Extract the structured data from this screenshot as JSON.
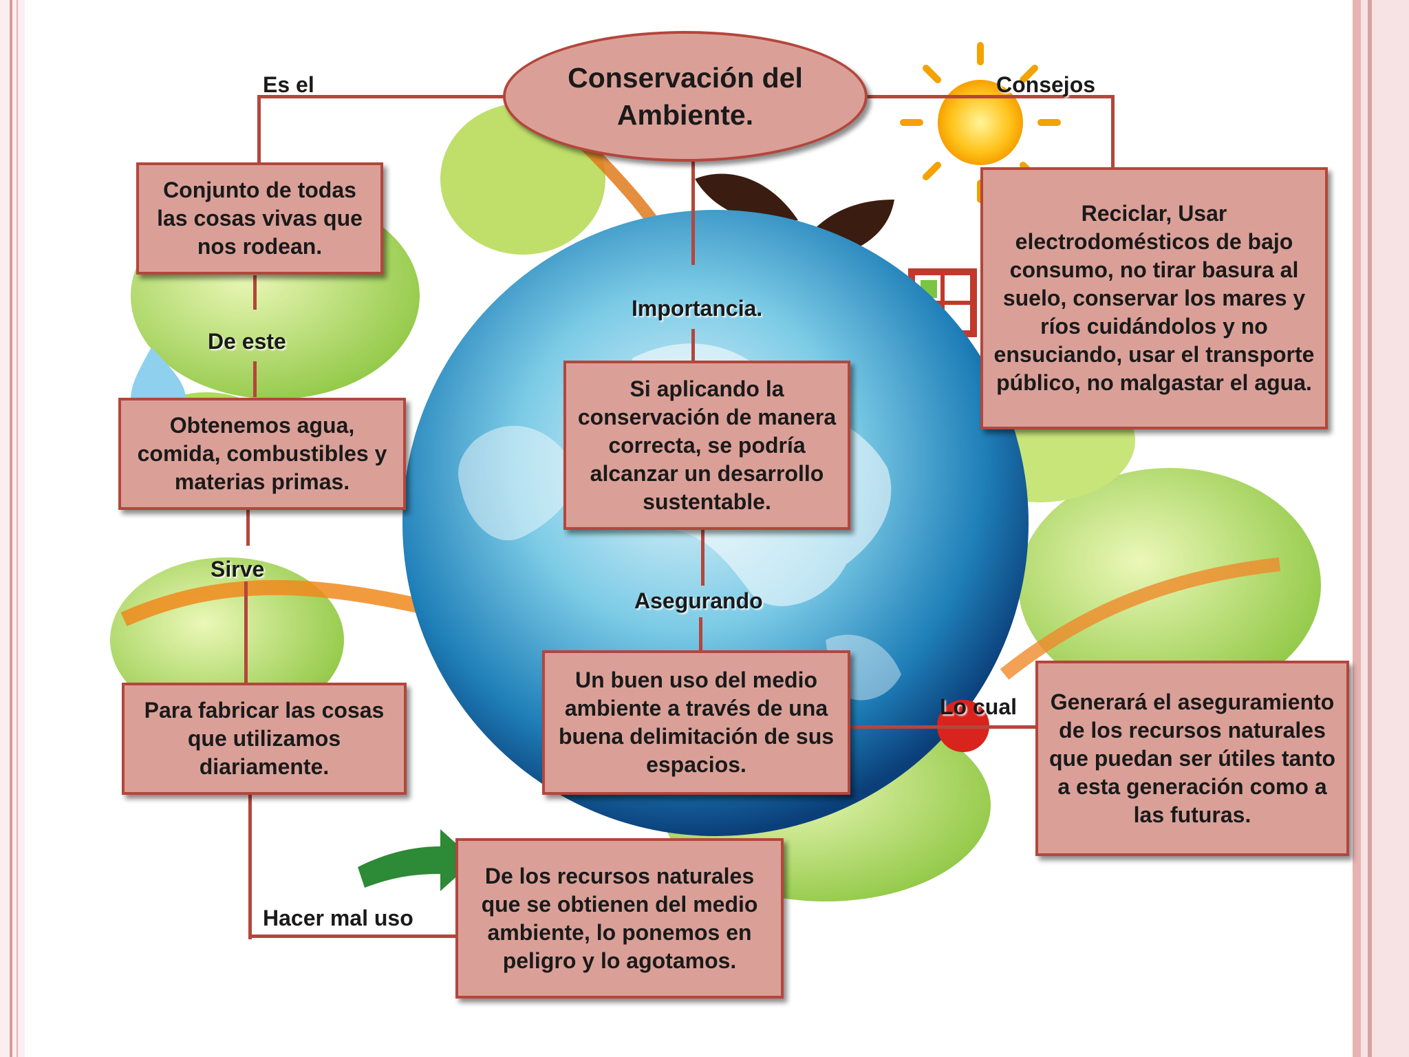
{
  "title": "Conservación del Ambiente.",
  "labels": {
    "es_el": "Es el",
    "consejos": "Consejos",
    "de_este": "De este",
    "importancia": "Importancia.",
    "sirve": "Sirve",
    "asegurando": "Asegurando",
    "lo_cual": "Lo cual",
    "hacer_mal_uso": "Hacer mal uso"
  },
  "boxes": {
    "conjunto": "Conjunto de todas las cosas vivas que nos rodean.",
    "obtenemos": "Obtenemos agua, comida, combustibles y materias primas.",
    "fabricar": "Para fabricar las cosas que utilizamos diariamente.",
    "recursos": "De los recursos naturales que se obtienen del medio ambiente, lo ponemos en peligro y lo agotamos.",
    "aplicando": "Si aplicando la conservación de manera correcta, se podría alcanzar  un desarrollo sustentable.",
    "buen_uso": "Un buen uso del medio ambiente a través de una buena delimitación de sus espacios.",
    "reciclar": "Reciclar, Usar electrodomésticos de bajo consumo, no tirar basura al suelo, conservar los mares y ríos cuidándolos  y no ensuciando, usar el transporte público, no malgastar el agua.",
    "generara": "Generará el aseguramiento de los recursos naturales que puedan ser útiles tanto a esta generación como a las futuras."
  },
  "colors": {
    "box_fill": "#daa098",
    "box_border": "#b4463c",
    "connector": "#b4463c"
  }
}
